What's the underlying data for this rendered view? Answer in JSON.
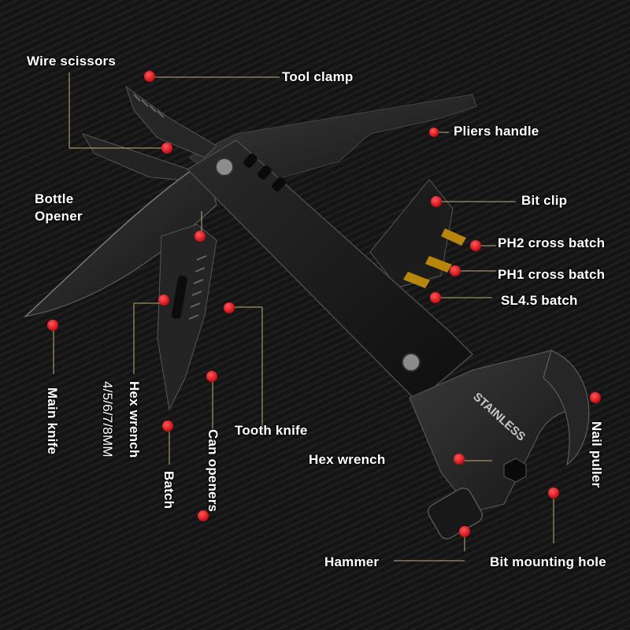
{
  "labels": {
    "wire_scissors": "Wire scissors",
    "tool_clamp": "Tool clamp",
    "pliers_handle": "Pliers handle",
    "bottle_opener_line1": "Bottle",
    "bottle_opener_line2": "Opener",
    "bit_clip": "Bit clip",
    "ph2_cross_batch": "PH2 cross batch",
    "ph1_cross_batch": "PH1 cross batch",
    "sl45_batch": "SL4.5 batch",
    "main_knife": "Main knife",
    "hex_wrench_side": "Hex wrench",
    "hex_sizes": "4/5/6/7/8MM",
    "batch": "Batch",
    "can_openers": "Can openers",
    "tooth_knife": "Tooth knife",
    "hex_wrench_head": "Hex wrench",
    "nail_puller": "Nail puller",
    "hammer": "Hammer",
    "bit_mounting_hole": "Bit mounting hole"
  },
  "engraving": "STAINLESS",
  "colors": {
    "background": "#141414",
    "marker": "#e8101a",
    "leader_line": "#d8c98a",
    "tool_body": "#1d1d1d",
    "blade": "#2a2a2a",
    "text": "#ffffff"
  }
}
